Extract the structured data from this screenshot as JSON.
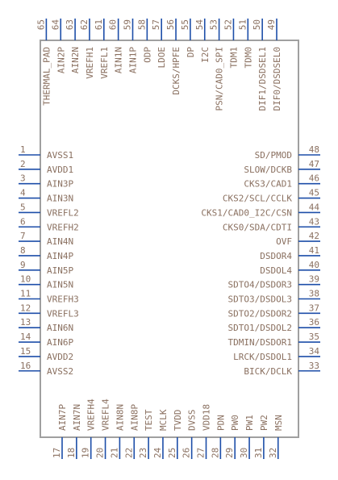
{
  "package": {
    "body_color": "#a0a0a0",
    "pin_color": "#1d4ea8",
    "text_color": "#8a7060"
  },
  "pins": {
    "left": [
      {
        "num": "1",
        "name": "AVSS1"
      },
      {
        "num": "2",
        "name": "AVDD1"
      },
      {
        "num": "3",
        "name": "AIN3P"
      },
      {
        "num": "4",
        "name": "AIN3N"
      },
      {
        "num": "5",
        "name": "VREFL2"
      },
      {
        "num": "6",
        "name": "VREFH2"
      },
      {
        "num": "7",
        "name": "AIN4N"
      },
      {
        "num": "8",
        "name": "AIN4P"
      },
      {
        "num": "9",
        "name": "AIN5P"
      },
      {
        "num": "10",
        "name": "AIN5N"
      },
      {
        "num": "11",
        "name": "VREFH3"
      },
      {
        "num": "12",
        "name": "VREFL3"
      },
      {
        "num": "13",
        "name": "AIN6N"
      },
      {
        "num": "14",
        "name": "AIN6P"
      },
      {
        "num": "15",
        "name": "AVDD2"
      },
      {
        "num": "16",
        "name": "AVSS2"
      }
    ],
    "bottom": [
      {
        "num": "17",
        "name": "AIN7P"
      },
      {
        "num": "18",
        "name": "AIN7N"
      },
      {
        "num": "19",
        "name": "VREFH4"
      },
      {
        "num": "20",
        "name": "VREFL4"
      },
      {
        "num": "21",
        "name": "AIN8N"
      },
      {
        "num": "22",
        "name": "AIN8P"
      },
      {
        "num": "23",
        "name": "TEST"
      },
      {
        "num": "24",
        "name": "MCLK"
      },
      {
        "num": "25",
        "name": "TVDD"
      },
      {
        "num": "26",
        "name": "DVSS"
      },
      {
        "num": "27",
        "name": "VDD18"
      },
      {
        "num": "28",
        "name": "PDN"
      },
      {
        "num": "29",
        "name": "PW0"
      },
      {
        "num": "30",
        "name": "PW1"
      },
      {
        "num": "31",
        "name": "PW2"
      },
      {
        "num": "32",
        "name": "MSN"
      }
    ],
    "right": [
      {
        "num": "33",
        "name": "BICK/DCLK"
      },
      {
        "num": "34",
        "name": "LRCK/DSDOL1"
      },
      {
        "num": "35",
        "name": "TDMIN/DSDOR1"
      },
      {
        "num": "36",
        "name": "SDTO1/DSDOL2"
      },
      {
        "num": "37",
        "name": "SDTO2/DSDOR2"
      },
      {
        "num": "38",
        "name": "SDTO3/DSDOL3"
      },
      {
        "num": "39",
        "name": "SDTO4/DSDOR3"
      },
      {
        "num": "40",
        "name": "DSDOL4"
      },
      {
        "num": "41",
        "name": "DSDOR4"
      },
      {
        "num": "42",
        "name": "OVF"
      },
      {
        "num": "43",
        "name": "CKS0/SDA/CDTI"
      },
      {
        "num": "44",
        "name": "CKS1/CAD0_I2C/CSN"
      },
      {
        "num": "45",
        "name": "CKS2/SCL/CCLK"
      },
      {
        "num": "46",
        "name": "CKS3/CAD1"
      },
      {
        "num": "47",
        "name": "SLOW/DCKB"
      },
      {
        "num": "48",
        "name": "SD/PMOD"
      }
    ],
    "top": [
      {
        "num": "49",
        "name": "DIF0/DSDSEL0"
      },
      {
        "num": "50",
        "name": "DIF1/DSDSEL1"
      },
      {
        "num": "51",
        "name": "TDM0"
      },
      {
        "num": "52",
        "name": "TDM1"
      },
      {
        "num": "53",
        "name": "PSN/CAD0_SPI"
      },
      {
        "num": "54",
        "name": "I2C"
      },
      {
        "num": "55",
        "name": "DP"
      },
      {
        "num": "56",
        "name": "DCKS/HPFE"
      },
      {
        "num": "57",
        "name": "LDOE"
      },
      {
        "num": "58",
        "name": "ODP"
      },
      {
        "num": "59",
        "name": "AIN1P"
      },
      {
        "num": "60",
        "name": "AIN1N"
      },
      {
        "num": "61",
        "name": "VREFL1"
      },
      {
        "num": "62",
        "name": "VREFH1"
      },
      {
        "num": "63",
        "name": "AIN2N"
      },
      {
        "num": "64",
        "name": "AIN2P"
      },
      {
        "num": "65",
        "name": "THERMAL_PAD"
      }
    ]
  }
}
